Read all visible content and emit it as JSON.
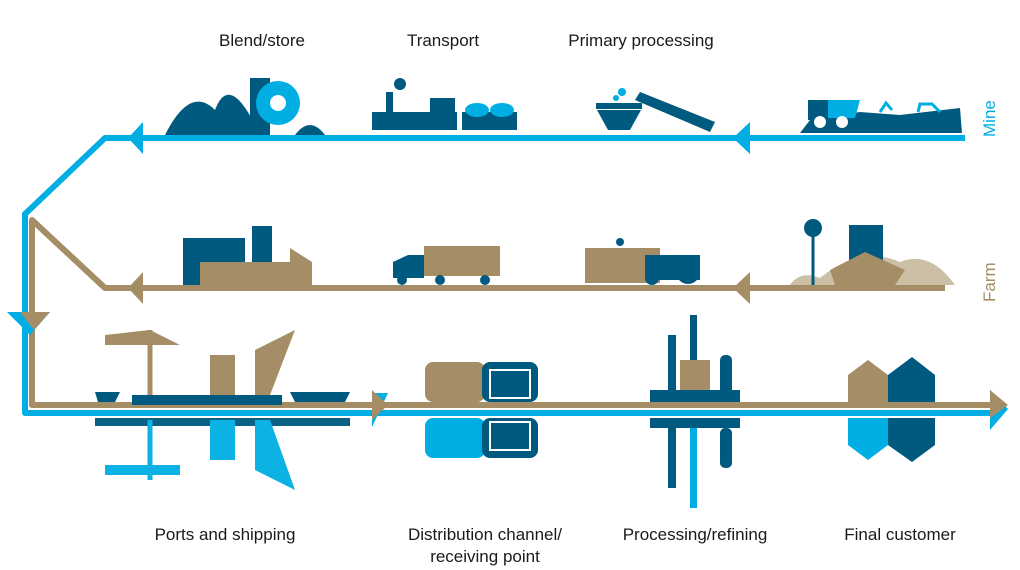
{
  "stages_top": [
    "Blend/store",
    "Transport",
    "Primary processing"
  ],
  "stages_bottom": [
    "Ports and shipping",
    "Distribution channel/",
    "receiving point",
    "Processing/refining",
    "Final customer"
  ],
  "sources": {
    "mine": "Mine",
    "farm": "Farm"
  },
  "colors": {
    "mine_line": "#00aee3",
    "farm_line": "#a58e66",
    "dark": "#005a7f",
    "farm_light": "#cbbfa5"
  }
}
